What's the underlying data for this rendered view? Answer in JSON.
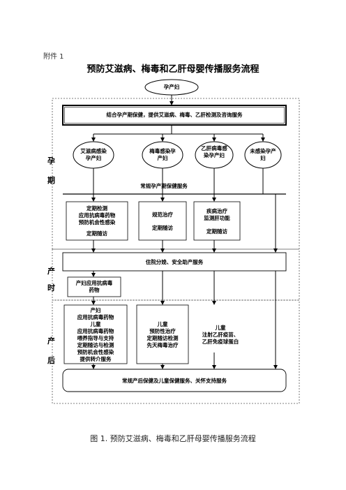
{
  "appendix_label": "附件 1",
  "title": "预防艾滋病、梅毒和乙肝母婴传播服务流程",
  "caption": "图 1. 预防艾滋病、梅毒和乙肝母婴传播服务流程",
  "phases": {
    "pregnancy": [
      "孕",
      "期"
    ],
    "delivery": [
      "产",
      "时"
    ],
    "postpartum": [
      "产",
      "后"
    ]
  },
  "nodes": {
    "start": "孕产妇",
    "counseling": "结合孕产期保健，提供艾滋病、梅毒、乙肝检测及咨询服务",
    "hiv": "艾滋病感染孕产妇",
    "syphilis": "梅毒感染孕产妇",
    "hbv": "乙肝病毒感染孕产妇",
    "uninfected": "未感染孕产妇",
    "routine_prenatal": "常规孕产期保健服务",
    "hiv_care": [
      "定期检测",
      "应用抗病毒药物",
      "预防机会性感染",
      "定期随访"
    ],
    "syphilis_care": [
      "规范治疗",
      "定期随访"
    ],
    "hbv_care": [
      "疾病治疗",
      "监测肝功能",
      "定期随访"
    ],
    "hospital_delivery": "住院分娩、安全助产服务",
    "maternal_arv": [
      "产妇应用抗病毒",
      "药物"
    ],
    "postpartum_hiv": [
      "产妇",
      "应用抗病毒药物",
      "儿童",
      "应用抗病毒药物",
      "喂养指导与支持",
      "定期随访与检测",
      "预防机会性感染",
      "提供转介服务"
    ],
    "postpartum_syphilis": [
      "儿童",
      "预防性治疗",
      "定期随访检测",
      "先天梅毒治疗"
    ],
    "postpartum_hbv": [
      "儿童",
      "注射乙肝疫苗、",
      "乙肝免疫球蛋白"
    ],
    "final": "常规产后保健及儿童保健服务、关怀支持服务"
  }
}
